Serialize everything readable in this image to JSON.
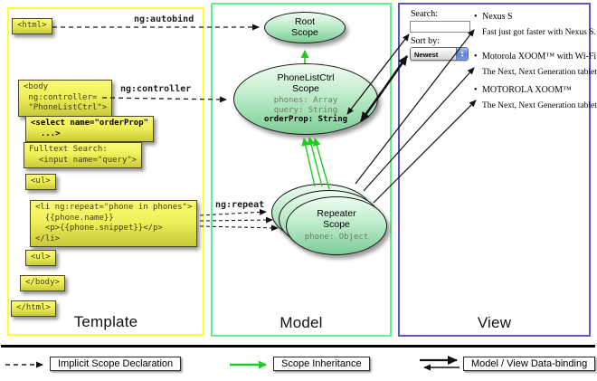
{
  "panels": {
    "template": {
      "label": "Template"
    },
    "model": {
      "label": "Model"
    },
    "view": {
      "label": "View"
    }
  },
  "arrow_labels": {
    "autobind": "ng:autobind",
    "controller": "ng:controller",
    "repeat": "ng:repeat"
  },
  "code_boxes": {
    "html_open": {
      "line1": "<html>"
    },
    "body_open": {
      "line1": "<body",
      "line2": " ng:controller=",
      "line3": " \"PhoneListCtrl\">"
    },
    "select_tag": {
      "line1": "<select name=\"orderProp\"",
      "line2": "  ...>"
    },
    "fulltext_search": {
      "line1": "Fulltext Search:",
      "line2": "  <input name=\"query\">"
    },
    "ul_open": {
      "line1": "<ul>"
    },
    "li_repeat": {
      "line1": "<li ng:repeat=\"phone in phones\">",
      "line2": "  {{phone.name}}",
      "line3": "  <p>{{phone.snippet}}</p>",
      "line4": "</li>"
    },
    "ul_second": {
      "line1": "<ul>"
    },
    "body_close": {
      "line1": "</body>"
    },
    "html_close": {
      "line1": "</html>"
    }
  },
  "scopes": {
    "root": {
      "line1": "Root",
      "line2": "Scope"
    },
    "phone_list_ctrl": {
      "line1": "PhoneListCtrl",
      "line2": "Scope",
      "prop1": "phones: Array",
      "prop2": "query: String",
      "prop3": "orderProp: String"
    },
    "repeater": {
      "line1": "Repeater",
      "line2": "Scope",
      "prop1": "phone: Object"
    }
  },
  "view_panel": {
    "search_label": "Search:",
    "search_value": "",
    "sort_label": "Sort by:",
    "sort_selected": "Newest",
    "items": [
      {
        "bullet": "•",
        "title": "Nexus S",
        "desc": "Fast just got faster with Nexus S."
      },
      {
        "bullet": "•",
        "title": "Motorola XOOM™ with Wi-Fi",
        "desc": "The Next, Next Generation tablet."
      },
      {
        "bullet": "•",
        "title": "MOTOROLA XOOM™",
        "desc": "The Next, Next Generation tablet."
      }
    ]
  },
  "legend": {
    "implicit_label": "Implicit Scope Declaration",
    "inheritance_label": "Scope Inheritance",
    "binding_label": "Model / View Data-binding"
  },
  "colors": {
    "template_border": "#ffff2e",
    "model_border": "#5ff08f",
    "view_border": "#6252c4",
    "scope_inheritance_green": "#1ecc1e",
    "code_box_yellow": "#f0f05a",
    "scope_fill_green": "#7ecc96"
  }
}
